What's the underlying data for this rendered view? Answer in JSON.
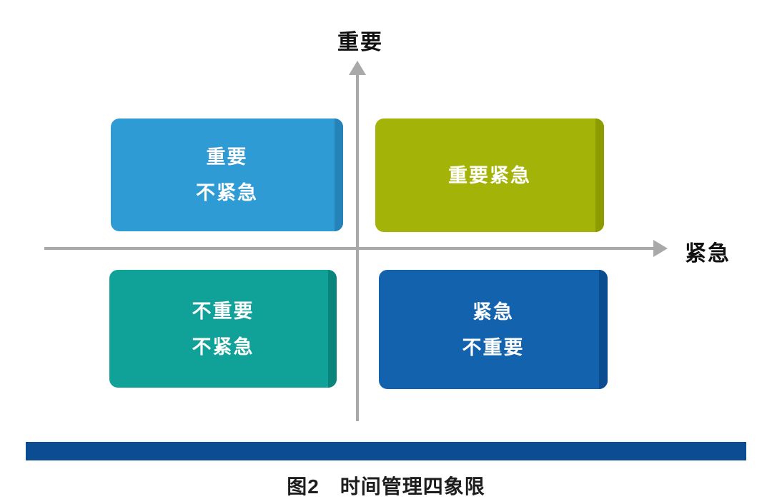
{
  "diagram": {
    "axes": {
      "y_label": "重要",
      "x_label": "紧急",
      "color": "#A9A9A9"
    },
    "quadrants": {
      "top_left": {
        "line1": "重要",
        "line2": "不紧急",
        "bg": "#2F9BD5",
        "edge": "#2583BA"
      },
      "top_right": {
        "line1": "重要紧急",
        "bg": "#A4B307",
        "edge": "#8C9C00"
      },
      "bottom_left": {
        "line1": "不重要",
        "line2": "不紧急",
        "bg": "#10A198",
        "edge": "#0B857C"
      },
      "bottom_right": {
        "line1": "紧急",
        "line2": "不重要",
        "bg": "#1362AE",
        "edge": "#0B4D8F"
      }
    },
    "text_color": "#FFFFFF",
    "divider_color": "#0B4C92",
    "caption": "图2　时间管理四象限"
  }
}
